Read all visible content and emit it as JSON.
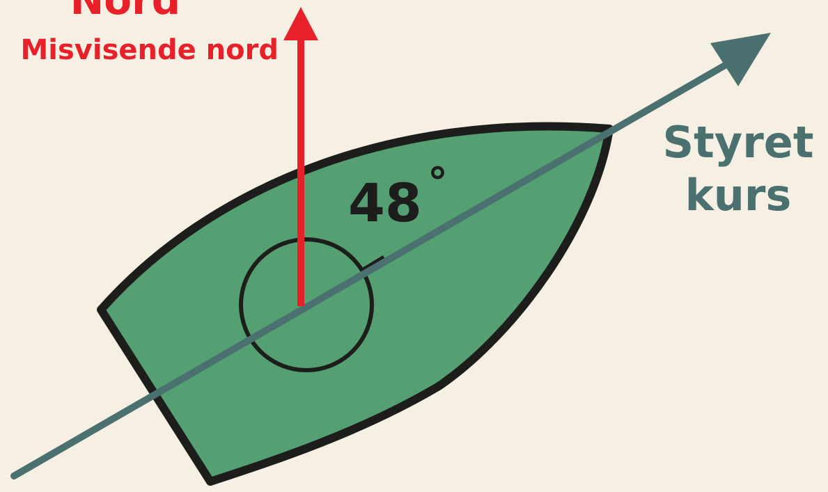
{
  "north": {
    "title": "Nord",
    "subtitle": "Misvisende nord"
  },
  "course": {
    "line1": "Styret",
    "line2": "kurs"
  },
  "angle": {
    "value": "48",
    "unit": "°"
  },
  "colors": {
    "background": "#f5f0e3",
    "hull_fill": "#55a072",
    "hull_outline": "#1d1d1b",
    "north_arrow": "#e8202a",
    "course_arrow": "#4a7070",
    "angle_text": "#1d1d1b"
  }
}
